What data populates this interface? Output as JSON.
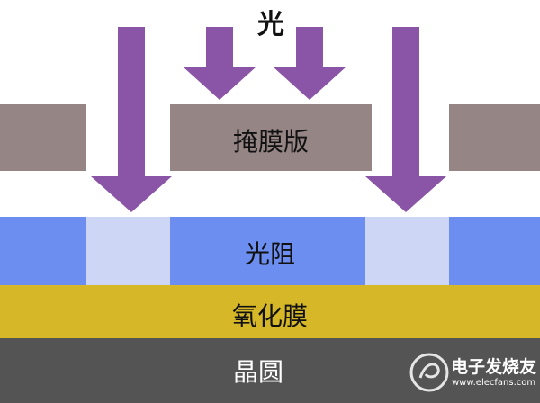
{
  "light": {
    "label": "光"
  },
  "mask": {
    "label": "掩膜版"
  },
  "photoresist": {
    "label": "光阻"
  },
  "oxide": {
    "label": "氧化膜"
  },
  "wafer": {
    "label": "晶圆"
  },
  "watermark": {
    "brand": "电子发烧友",
    "url": "www.elecfans.com"
  },
  "colors": {
    "mask": "#958585",
    "arrow": "#8a55a6",
    "resist_unexposed": "#6b8ef0",
    "resist_exposed": "#cdd7f5",
    "oxide": "#d5b728",
    "wafer": "#545454"
  }
}
